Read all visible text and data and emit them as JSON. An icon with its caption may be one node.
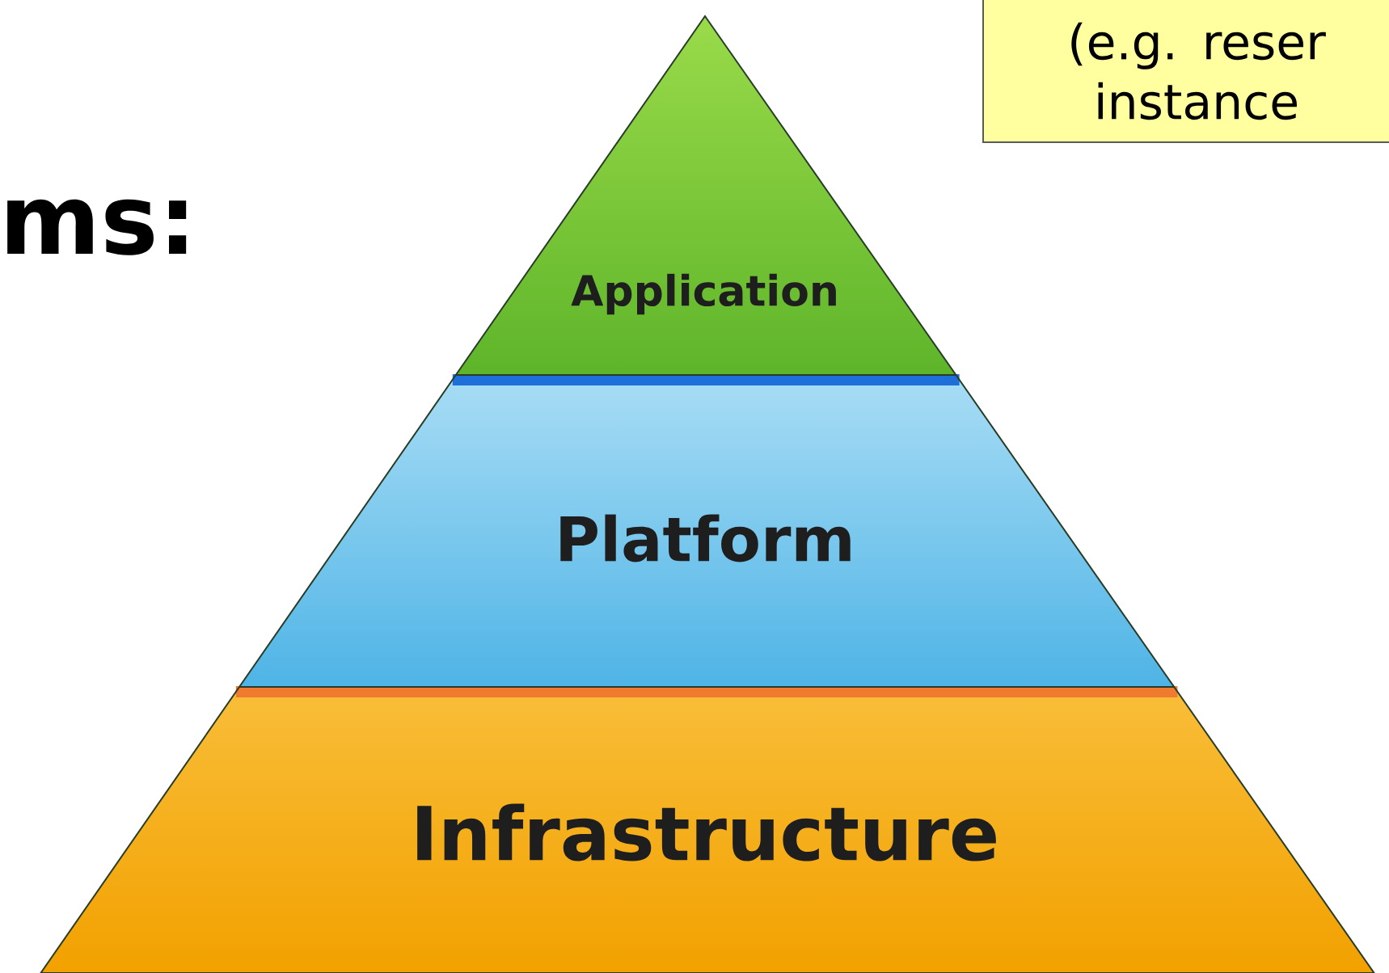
{
  "diagram": {
    "nodes": [
      {
        "text": [
          "(e.g. reser instance"
        ]
      },
      {
        "text": [
          "Application"
        ]
      },
      {
        "text": [
          "Platform"
        ]
      },
      {
        "text": [
          "Infrastructure"
        ]
      }
    ],
    "labels": [
      "ms:"
    ]
  }
}
